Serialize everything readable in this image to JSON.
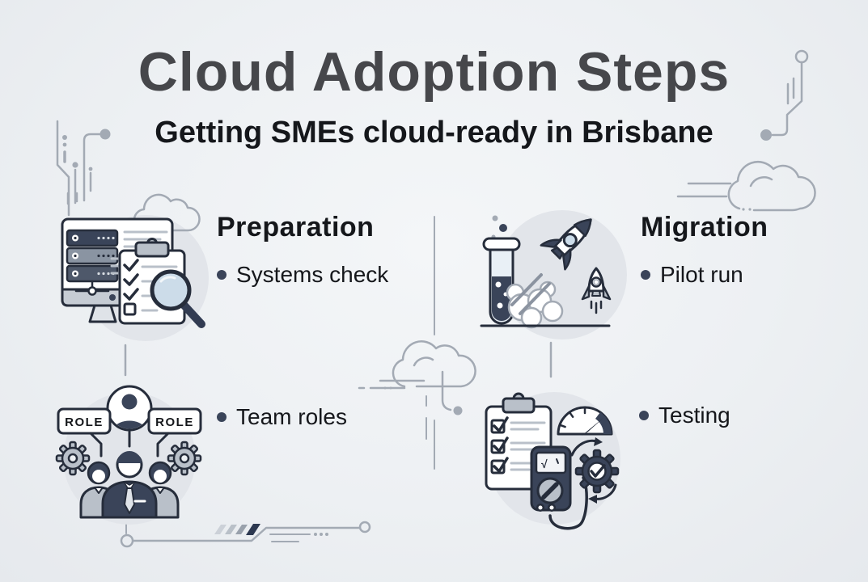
{
  "title": "Cloud Adoption Steps",
  "subtitle": "Getting SMEs cloud-ready in Brisbane",
  "sections": [
    {
      "id": "preparation",
      "heading": "Preparation",
      "bullet": "Systems check"
    },
    {
      "id": "migration",
      "heading": "Migration",
      "bullet": "Pilot run"
    },
    {
      "id": "team-roles",
      "bullet": "Team roles"
    },
    {
      "id": "testing",
      "bullet": "Testing"
    }
  ],
  "role_badges": [
    "ROLE",
    "ROLE"
  ],
  "multimeter_display": "√",
  "colors": {
    "background": "#edf0f3",
    "title": "#46474b",
    "text": "#15171b",
    "navy": "#3a4459",
    "outline": "#262d3b",
    "light": "#e2e5ea",
    "mid": "#b9c0c9",
    "line": "#a3aab4",
    "glass": "#ccdce9"
  }
}
